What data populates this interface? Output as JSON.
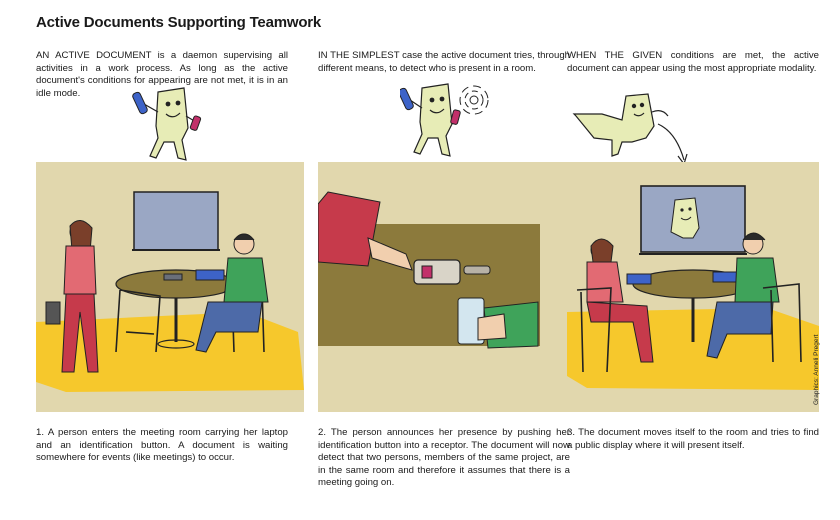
{
  "title": "Active Documents Supporting Teamwork",
  "columns": [
    {
      "intro": "AN ACTIVE DOCUMENT is a daemon supervising all activities in a work process. As long as the active document's conditions for appearing are not met, it is in an idle mode.",
      "caption": "1. A person enters the meeting room carrying her laptop and an identification button. A document is waiting somewhere for events (like meetings) to occur."
    },
    {
      "intro": "IN THE SIMPLEST case the active document tries, through different means, to detect who is present in a room.",
      "caption": "2. The person announces her presence by pushing her identification button into a receptor. The document will now detect that two persons, members of the same project, are in the same room and therefore it assumes that there is a meeting going on."
    },
    {
      "intro": "WHEN THE GIVEN conditions are met, the active document can appear using the most appropriate modality.",
      "caption": "3. The document moves itself to the room and tries to find a public display where it will present itself."
    }
  ],
  "credit": "Graphics: Anneli Pregert",
  "colors": {
    "panel_bg": "#e1d7ad",
    "floor": "#f6c82c",
    "ghost": "#e7ecb6",
    "table": "#8c7a3c",
    "woman_top": "#e26a73",
    "man_shirt": "#3fa35a",
    "screen": "#9aa7c4"
  }
}
